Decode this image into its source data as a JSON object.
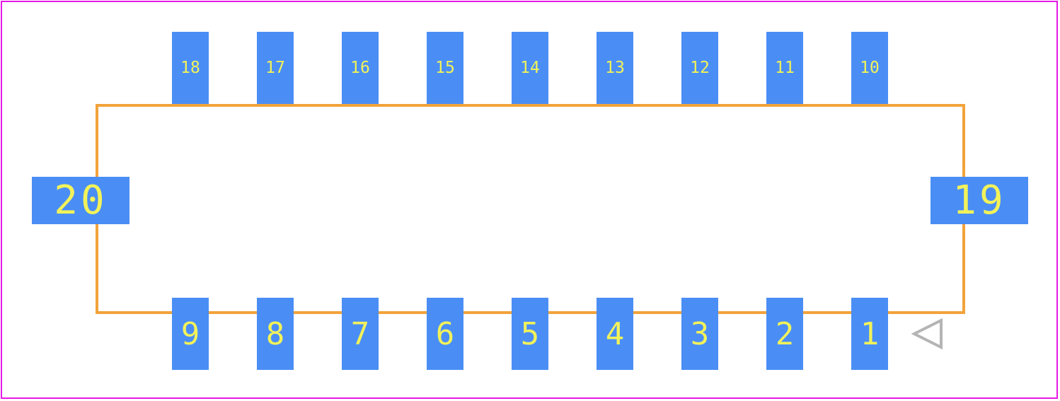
{
  "colors": {
    "frame": "#e619e6",
    "body_outline": "#f2a33a",
    "pad_fill": "#4a8ef5",
    "pad_label": "#f2f25a",
    "pin1_marker": "#b4b4b4"
  },
  "pads": {
    "top": [
      {
        "label": "18"
      },
      {
        "label": "17"
      },
      {
        "label": "16"
      },
      {
        "label": "15"
      },
      {
        "label": "14"
      },
      {
        "label": "13"
      },
      {
        "label": "12"
      },
      {
        "label": "11"
      },
      {
        "label": "10"
      }
    ],
    "bottom": [
      {
        "label": "9"
      },
      {
        "label": "8"
      },
      {
        "label": "7"
      },
      {
        "label": "6"
      },
      {
        "label": "5"
      },
      {
        "label": "4"
      },
      {
        "label": "3"
      },
      {
        "label": "2"
      },
      {
        "label": "1"
      }
    ],
    "left": {
      "label": "20"
    },
    "right": {
      "label": "19"
    }
  },
  "pin1_marker_icon": "triangle-left-outline"
}
